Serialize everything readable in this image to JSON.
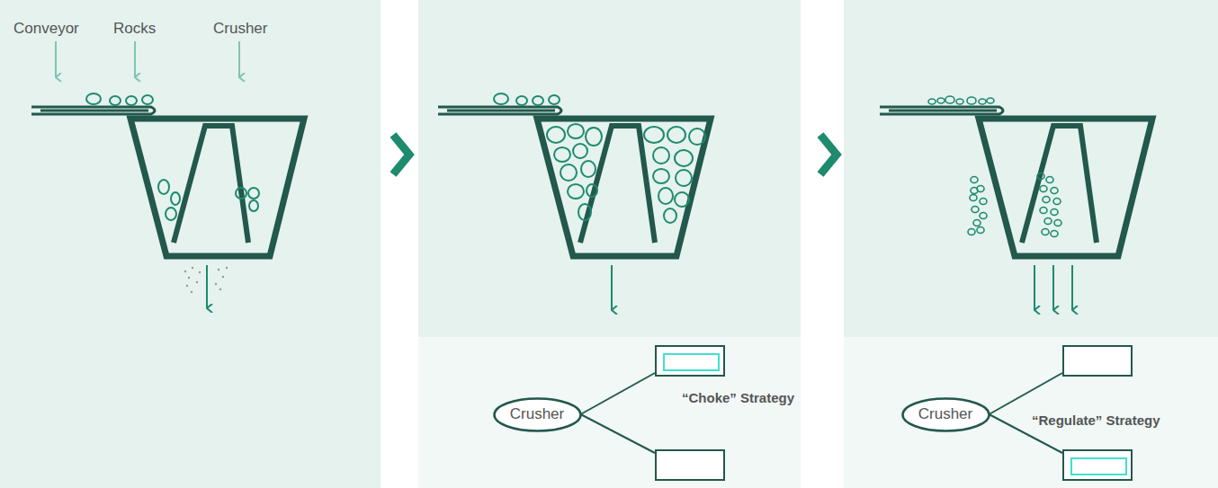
{
  "diagram": {
    "nodes": [
      {
        "text": [
          "Crusher"
        ]
      },
      {
        "text": [
          "“Choke” Strategy"
        ]
      },
      {
        "text": []
      },
      {
        "text": [
          "Crusher"
        ]
      },
      {
        "text": []
      },
      {
        "text": [
          "“Regulate” Strategy"
        ]
      }
    ],
    "edges": [
      {
        "from": 0,
        "to": 1,
        "arrow": "none"
      },
      {
        "from": 0,
        "to": 2,
        "arrow": "none"
      },
      {
        "from": 3,
        "to": 4,
        "arrow": "none"
      },
      {
        "from": 3,
        "to": 5,
        "arrow": "none"
      }
    ],
    "labels": [
      "Conveyor",
      "Rocks",
      "Crusher"
    ]
  }
}
